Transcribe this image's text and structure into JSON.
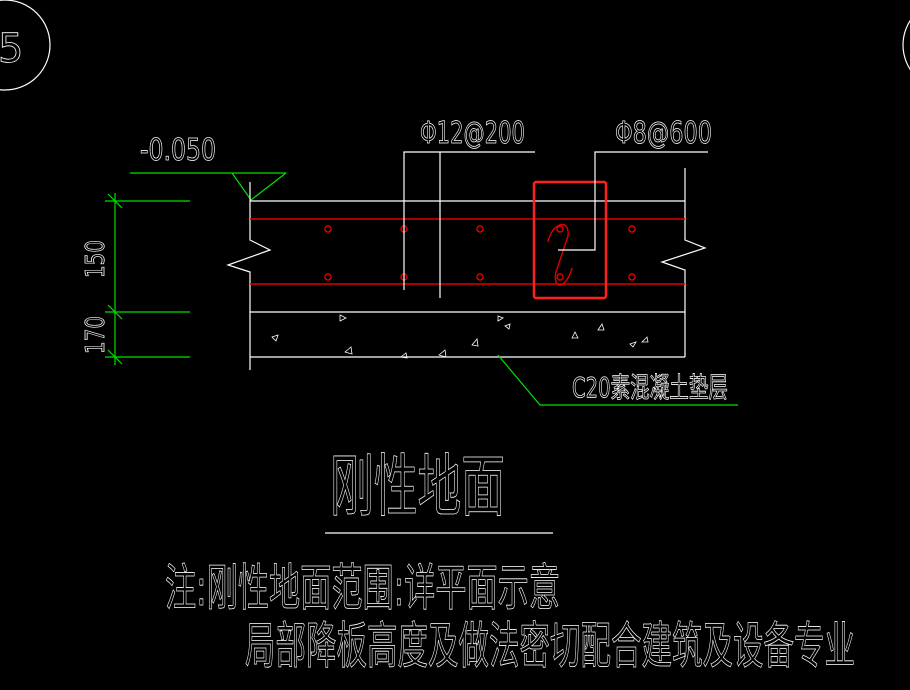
{
  "drawing": {
    "axis_markers": [
      "5",
      ""
    ],
    "elevation": "-0.050",
    "dimensions": [
      "150",
      "170"
    ],
    "rebar_main": "Φ12@200",
    "rebar_tie": "Φ8@600",
    "bedding_label": "C20素混凝土垫层",
    "title": "刚性地面",
    "note_line1": "注:刚性地面范围:详平面示意",
    "note_line2": "局部降板高度及做法密切配合建筑及设备专业"
  },
  "colors": {
    "background": "#000000",
    "lines": "#ffffff",
    "dimension": "#00e000",
    "rebar": "#e00000",
    "highlight": "#ff2020"
  }
}
